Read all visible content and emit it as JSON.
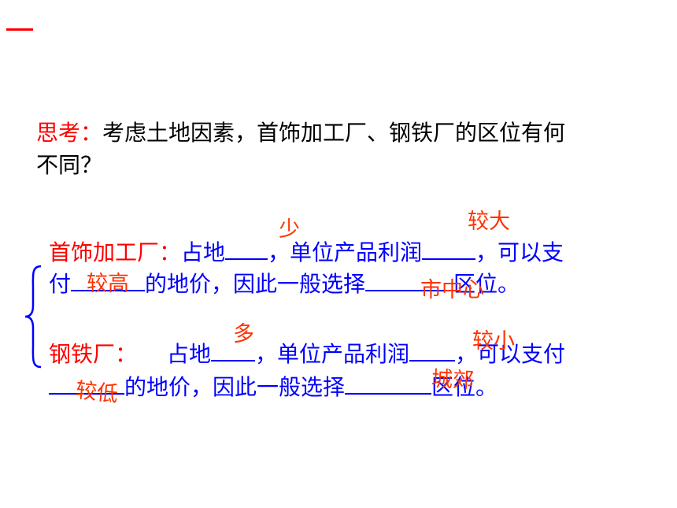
{
  "corner_mark": "一",
  "think": {
    "label": "思考：",
    "line1": "考虑土地因素，首饰加工厂、钢铁厂的区位有何",
    "line2": "不同？"
  },
  "jewelry": {
    "label": "首饰加工厂：",
    "l1_a": "占地",
    "l1_b": "，单位产品利润",
    "l1_c": "，可以支",
    "l2_a": "付",
    "l2_b": "的地价，因此一般选择",
    "l2_c": "区位。",
    "answers": {
      "land": "少",
      "profit": "较大",
      "price": "较高",
      "location": "市中心"
    }
  },
  "steel": {
    "label": "钢铁厂：",
    "l1_a": "占地",
    "l1_b": "，单位产品利润",
    "l1_c": "，可以支付",
    "l2_b": "的地价，因此一般选择",
    "l2_c": "区位。",
    "answers": {
      "land": "多",
      "profit": "较小",
      "price": "较低",
      "location": "城郊"
    }
  }
}
